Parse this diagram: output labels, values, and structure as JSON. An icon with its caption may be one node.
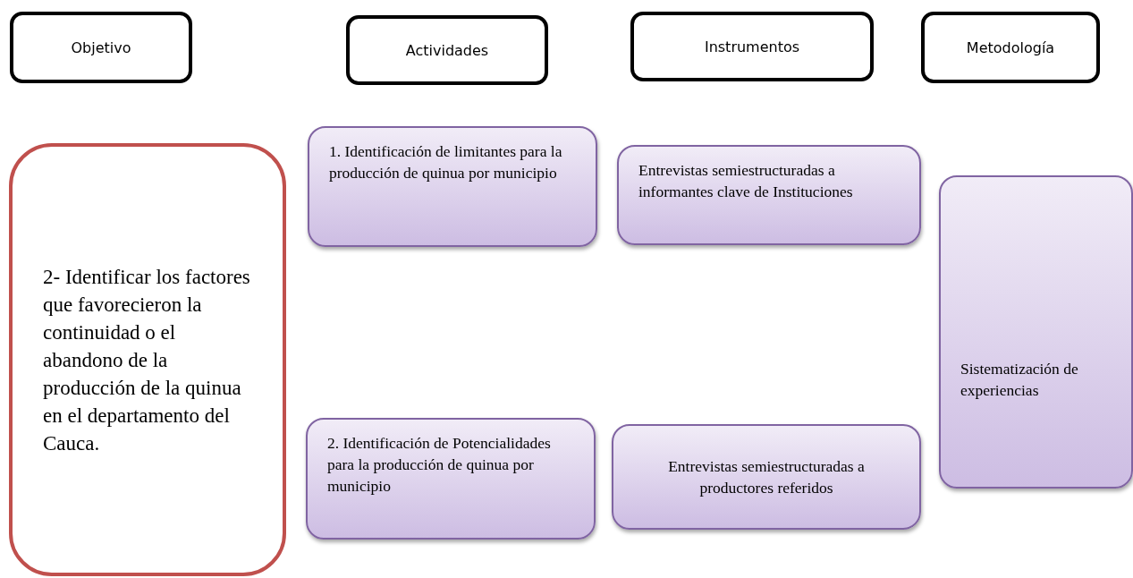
{
  "diagram": {
    "nodes": [
      {
        "text": [
          "Objetivo"
        ]
      },
      {
        "text": [
          "Actividades"
        ]
      },
      {
        "text": [
          "Instrumentos"
        ]
      },
      {
        "text": [
          "Metodología"
        ]
      },
      {
        "text": [
          "2- Identificar los factores que favorecieron la continuidad o el abandono de la producción de la quinua en el departamento del Cauca."
        ]
      },
      {
        "text": [
          "1. Identificación de limitantes para la producción de quinua por municipio"
        ]
      },
      {
        "text": [
          "Entrevistas semiestructuradas a informantes clave de Instituciones"
        ]
      },
      {
        "text": [
          "Sistematización de experiencias"
        ]
      },
      {
        "text": [
          "2. Identificación de Potencialidades para la producción de quinua por municipio"
        ]
      },
      {
        "text": [
          "Entrevistas semiestructuradas a productores referidos"
        ]
      }
    ],
    "edges": []
  }
}
